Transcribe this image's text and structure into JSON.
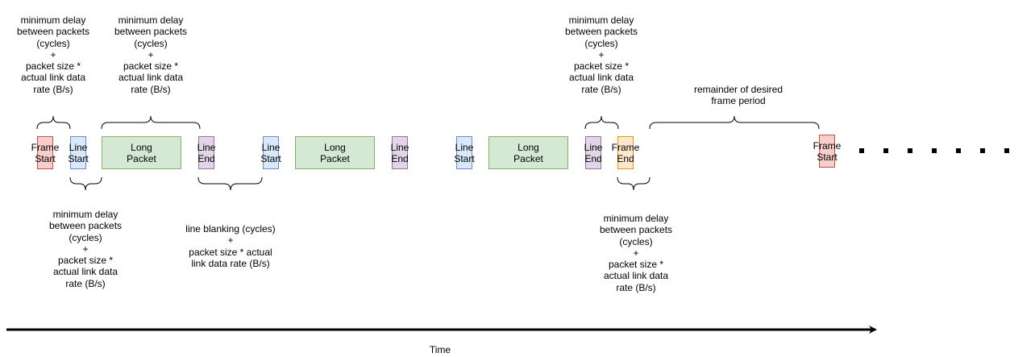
{
  "packets": [
    {
      "lines": [
        "Frame",
        "Start"
      ],
      "color": "red"
    },
    {
      "lines": [
        "Line",
        "Start"
      ],
      "color": "blue"
    },
    {
      "lines": [
        "Long",
        "Packet"
      ],
      "color": "green"
    },
    {
      "lines": [
        "Line",
        "End"
      ],
      "color": "purple"
    },
    {
      "lines": [
        "Line",
        "Start"
      ],
      "color": "blue"
    },
    {
      "lines": [
        "Long",
        "Packet"
      ],
      "color": "green"
    },
    {
      "lines": [
        "Line",
        "End"
      ],
      "color": "purple"
    },
    {
      "lines": [
        "Line",
        "Start"
      ],
      "color": "blue"
    },
    {
      "lines": [
        "Long",
        "Packet"
      ],
      "color": "green"
    },
    {
      "lines": [
        "Line",
        "End"
      ],
      "color": "purple"
    },
    {
      "lines": [
        "Frame",
        "End"
      ],
      "color": "orange"
    },
    {
      "lines": [
        "Frame",
        "Start"
      ],
      "color": "red"
    }
  ],
  "annotations": {
    "delay_formula": [
      "minimum delay",
      "between packets",
      "(cycles)",
      "+",
      "packet size *",
      "actual link data",
      "rate (B/s)"
    ],
    "line_blanking": [
      "line blanking (cycles)",
      "+",
      "packet size * actual",
      "link data rate (B/s)"
    ],
    "remainder": [
      "remainder of desired",
      "frame period"
    ]
  },
  "continuation": "......",
  "time_axis": {
    "label": "Time"
  },
  "colors": {
    "red_fill": "#f8cecc",
    "red_stroke": "#b85450",
    "blue_fill": "#dae8fc",
    "blue_stroke": "#6c8ebf",
    "purple_fill": "#e1d5e7",
    "purple_stroke": "#9673a6",
    "green_fill": "#d5e8d4",
    "green_stroke": "#82b366",
    "orange_fill": "#ffe6cc",
    "orange_stroke": "#d79b00"
  }
}
